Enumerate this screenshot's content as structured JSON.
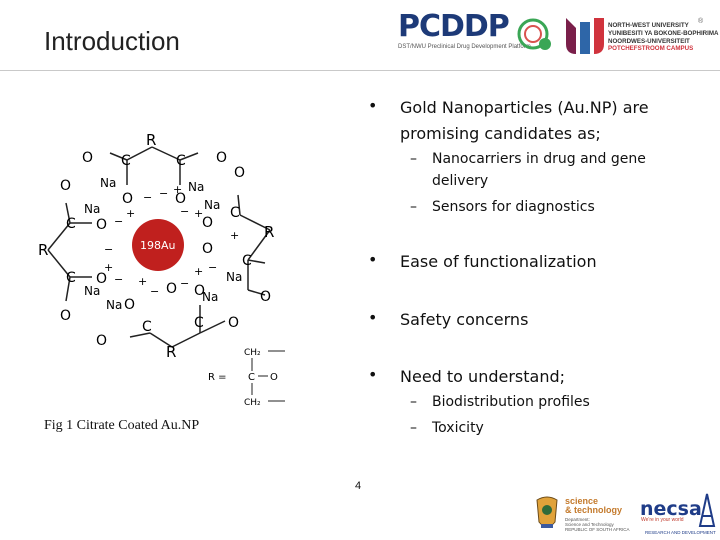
{
  "slide": {
    "title": "Introduction",
    "page_number": "4",
    "caption": "Fig 1 Citrate Coated Au.NP"
  },
  "header_logos": {
    "pcddp": "PCDDP",
    "pcddp_subtitle": "DST/NWU Preclinical Drug Development Platform",
    "nwu_lines": [
      "NORTH-WEST UNIVERSITY",
      "YUNIBESITI YA BOKONE-BOPHIRIMA",
      "NOORDWES-UNIVERSITEIT",
      "POTCHEFSTROOM CAMPUS"
    ],
    "registered": "®"
  },
  "bullets": [
    {
      "line1": "Gold Nanoparticles (Au.NP) are",
      "line2": "promising candidates as;"
    },
    {
      "line1": "Ease of functionalization"
    },
    {
      "line1": "Safety concerns"
    },
    {
      "line1": "Need to understand;"
    }
  ],
  "sub_bullets_a": [
    {
      "line1": "Nanocarriers in drug and gene",
      "line2": "delivery"
    },
    {
      "line1": "Sensors for diagnostics"
    }
  ],
  "sub_bullets_b": [
    {
      "line1": "Biodistribution profiles"
    },
    {
      "line1": "Toxicity"
    }
  ],
  "bullet_marker": "•",
  "dash_marker": "–",
  "diagram": {
    "core_label": "198Au",
    "R": "R",
    "O": "O",
    "C": "C",
    "Na": "Na",
    "plus": "+",
    "minus": "−",
    "r_def": "R =",
    "ch2": "CH₂",
    "ch2b": "CH₂",
    "core_color": "#c0201e"
  },
  "footer_logos": {
    "dst_line1": "science",
    "dst_line2": "& technology",
    "dst_small1": "Department:",
    "dst_small2": "Science and Technology",
    "dst_small3": "REPUBLIC OF SOUTH AFRICA",
    "necsa": "necsa",
    "necsa_tag": "We're in your world",
    "necsa_rd": "RESEARCH AND DEVELOPMENT"
  }
}
